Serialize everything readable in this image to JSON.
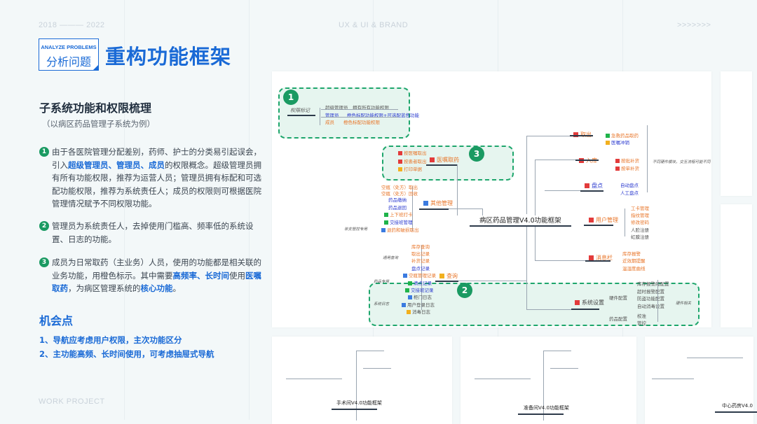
{
  "header": {
    "years": "2018 ——— 2022",
    "tagline": "UX &  UI & BRAND",
    "arrows": ">>>>>>>",
    "badge_en": "ANALYZE PROBLEMS",
    "badge_zh": "分析问题",
    "title": "重构功能框架"
  },
  "left": {
    "heading": "子系统功能和权限梳理",
    "subheading": "（以病区药品管理子系统为例）",
    "points": [
      {
        "num": "1",
        "segments": [
          {
            "t": "由于各医院管理分配差别，药师、护士的分类易引起误会，引入",
            "hl": false
          },
          {
            "t": "超级管理员、管理员、成员",
            "hl": true
          },
          {
            "t": "的权限概念。超级管理员拥有所有功能权限，推荐为运营人员；管理员拥有标配和可选配功能权限，推荐为系统责任人；成员的权限则可根据医院管理情况赋予不同权限功能。",
            "hl": false
          }
        ]
      },
      {
        "num": "2",
        "segments": [
          {
            "t": "管理员为系统责任人，去掉使用门槛高、频率低的系统设置、日志的功能。",
            "hl": false
          }
        ]
      },
      {
        "num": "3",
        "segments": [
          {
            "t": "成员为日常取药（主业务）人员，使用的功能都是相关联的业务功能，用橙色标示。其中需要",
            "hl": false
          },
          {
            "t": "高频率、长时间",
            "hl": true
          },
          {
            "t": "使用",
            "hl": false
          },
          {
            "t": "医嘱取药",
            "hl": true
          },
          {
            "t": "，为病区管理系统的",
            "hl": false
          },
          {
            "t": "核心功能",
            "hl": true
          },
          {
            "t": "。",
            "hl": false
          }
        ]
      }
    ],
    "opportunity_heading": "机会点",
    "opportunities": [
      "1、导航应考虑用户权限，主次功能区分",
      "2、主功能高频、长时间使用，可考虑抽屉式导航"
    ],
    "footer": "WORK PROJECT"
  },
  "mindmap": {
    "center": "病区药品管理V4.0功能框架",
    "zones": [
      "1",
      "2",
      "3"
    ],
    "legend": {
      "label": "权限标记",
      "rows": [
        {
          "role": "超级管理员",
          "desc": "拥有所有功能权限"
        },
        {
          "role": "管理员",
          "desc": "橙色标配功能权限+可选配蓝色功能"
        },
        {
          "role": "成员",
          "desc": "橙色标配功能权限"
        }
      ]
    },
    "branches": {
      "dispense": {
        "label": "医嘱取药",
        "items": [
          "按医嘱取出",
          "按患者取出",
          "打印单据"
        ]
      },
      "other": {
        "label": "其他管理",
        "items": [
          "空瓶（处方）取出",
          "空瓶（处方）回收",
          "药品缴纳",
          "药品退回",
          "上下班打卡",
          "交接班管理",
          "退药和破损取出"
        ],
        "note": "单支管控专用"
      },
      "out": {
        "label": "取出",
        "items": [
          "急救药品取药",
          "医嘱冲销"
        ]
      },
      "in": {
        "label": "入库",
        "items": [
          "按批补货",
          "按单补货"
        ]
      },
      "check": {
        "label": "盘点",
        "items": [
          "自动盘点",
          "人工盘点"
        ]
      },
      "hw_note": "不同硬件模块，交互流程可能不同",
      "user": {
        "label": "用户管理",
        "items": [
          "工卡管理",
          "指纹管理",
          "修改密码",
          "人脸注册",
          "虹膜注册"
        ]
      },
      "msg": {
        "label": "消息栏",
        "items": [
          "库存报警",
          "近效期提醒",
          "温湿度曲线"
        ]
      },
      "query": {
        "label": "查询",
        "groups": [
          "通用查询",
          "药品专用",
          "系统日志"
        ],
        "items": [
          "库存查询",
          "取出记录",
          "补货记录",
          "盘点记录",
          "空瓶管理记录",
          "清点记录",
          "交接班记录",
          "柜门日志",
          "用户登录日志",
          "消毒日志"
        ]
      },
      "sys": {
        "label": "系统设置",
        "sub": [
          "硬件配置",
          "药品配置"
        ],
        "items": [
          "库存报警阈配置",
          "超时报警配置",
          "防盗功能配置",
          "自动消毒设置",
          "校准",
          "管控"
        ],
        "note": "硬件相关"
      }
    }
  },
  "thumbnails": [
    {
      "title": "手术间V4.0功能框架"
    },
    {
      "title": "准备间V4.0功能框架"
    },
    {
      "title": "中心药房V4.0"
    }
  ]
}
